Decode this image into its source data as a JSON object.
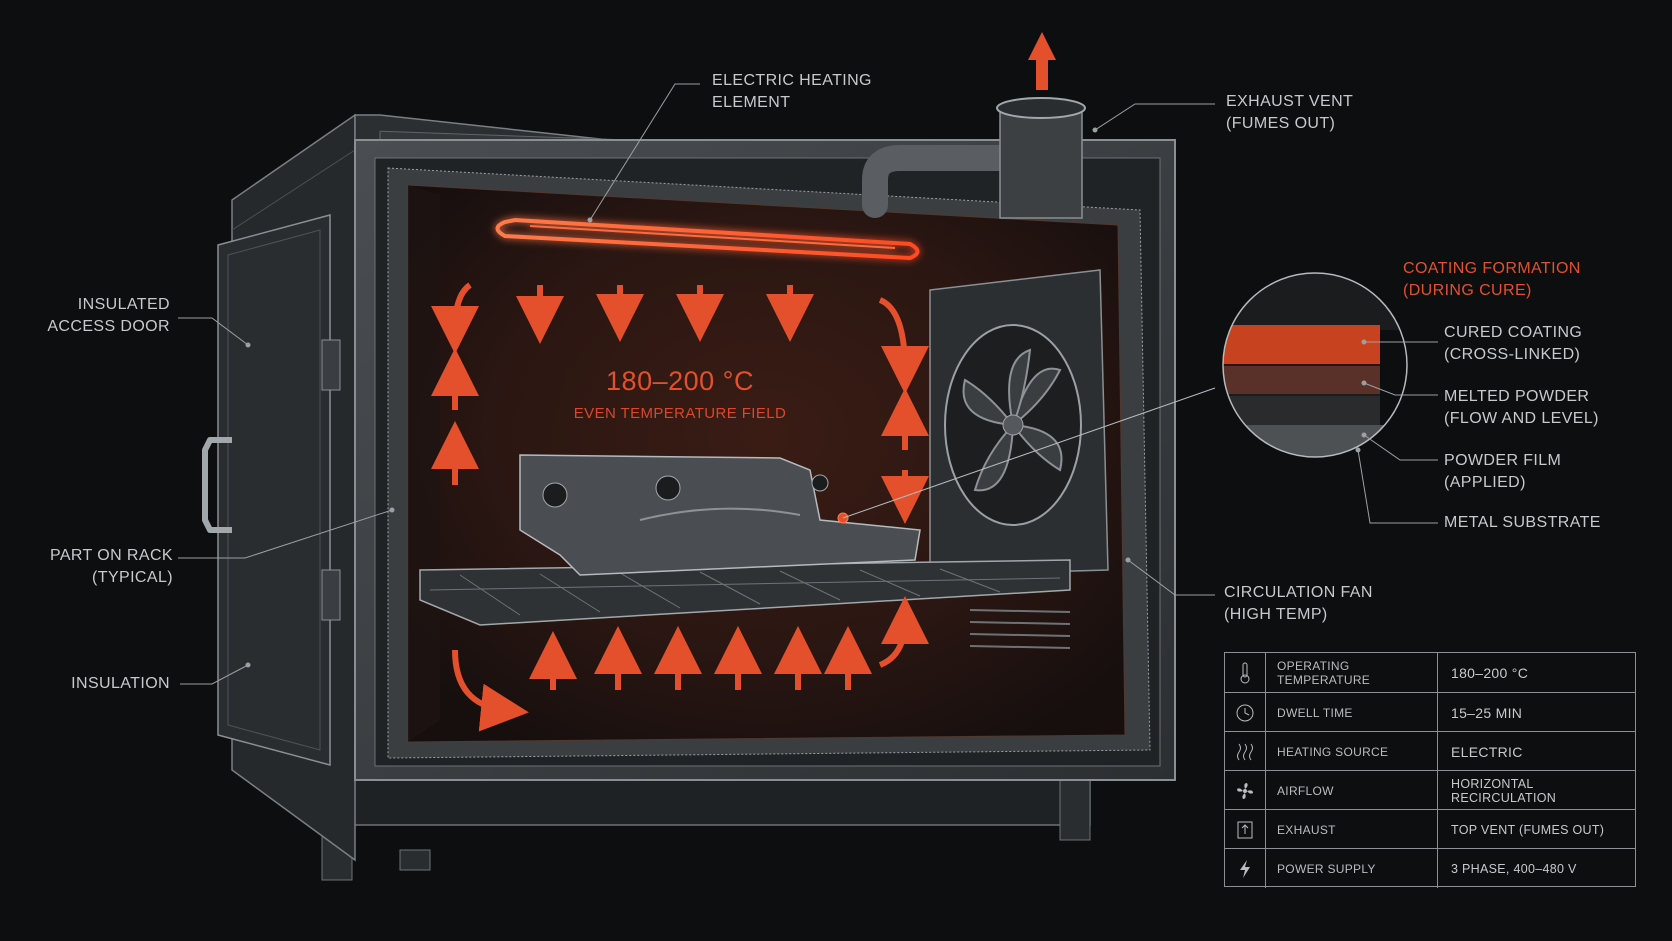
{
  "diagram": {
    "center_temperature": "180–200 °C",
    "center_caption": "EVEN TEMPERATURE FIELD"
  },
  "callouts": {
    "heating_element": [
      "ELECTRIC HEATING",
      "ELEMENT"
    ],
    "exhaust_vent": [
      "EXHAUST VENT",
      "(FUMES OUT)"
    ],
    "access_door": [
      "INSULATED",
      "ACCESS DOOR"
    ],
    "part_on_rack": [
      "PART ON RACK",
      "(TYPICAL)"
    ],
    "insulation": [
      "INSULATION"
    ],
    "circulation_fan": [
      "CIRCULATION FAN",
      "(HIGH TEMP)"
    ]
  },
  "coating_detail": {
    "title": [
      "COATING FORMATION",
      "(DURING CURE)"
    ],
    "layers": [
      {
        "label": [
          "CURED COATING",
          "(CROSS-LINKED)"
        ],
        "color": "#c7421f"
      },
      {
        "label": [
          "MELTED POWDER",
          "(FLOW AND LEVEL)"
        ],
        "color": "#5a3128"
      },
      {
        "label": [
          "POWDER FILM",
          "(APPLIED)"
        ],
        "color": "#2a2b2c"
      },
      {
        "label": [
          "METAL SUBSTRATE"
        ],
        "color": "#4d5154"
      }
    ]
  },
  "specs": [
    {
      "icon": "thermometer-icon",
      "label": "OPERATING TEMPERATURE",
      "value": "180–200 °C"
    },
    {
      "icon": "clock-icon",
      "label": "DWELL TIME",
      "value": "15–25 MIN"
    },
    {
      "icon": "heat-waves-icon",
      "label": "HEATING SOURCE",
      "value": "ELECTRIC"
    },
    {
      "icon": "fan-icon",
      "label": "AIRFLOW",
      "value": "HORIZONTAL RECIRCULATION"
    },
    {
      "icon": "exhaust-icon",
      "label": "EXHAUST",
      "value": "TOP VENT (FUMES OUT)"
    },
    {
      "icon": "lightning-icon",
      "label": "POWER SUPPLY",
      "value": "3 PHASE, 400–480 V"
    }
  ],
  "colors": {
    "background": "#0c0e10",
    "accent": "#e4502c",
    "heat_glow": "#ff5a2c",
    "metal": "#3b3f43",
    "line": "#9aa0a4"
  }
}
